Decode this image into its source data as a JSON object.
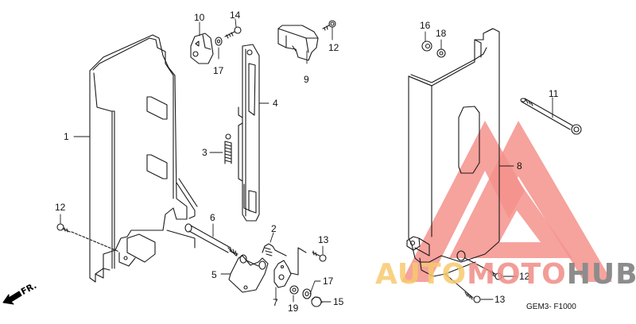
{
  "diagram": {
    "title": "",
    "code": "GEM3- F1000",
    "direction_label": "FR.",
    "parts": [
      {
        "id": "1",
        "label": "1"
      },
      {
        "id": "2",
        "label": "2"
      },
      {
        "id": "3",
        "label": "3"
      },
      {
        "id": "4",
        "label": "4"
      },
      {
        "id": "5",
        "label": "5"
      },
      {
        "id": "6",
        "label": "6"
      },
      {
        "id": "7",
        "label": "7"
      },
      {
        "id": "8",
        "label": "8"
      },
      {
        "id": "9",
        "label": "9"
      },
      {
        "id": "10",
        "label": "10"
      },
      {
        "id": "11",
        "label": "11"
      },
      {
        "id": "12a",
        "label": "12"
      },
      {
        "id": "12b",
        "label": "12"
      },
      {
        "id": "12c",
        "label": "12"
      },
      {
        "id": "13a",
        "label": "13"
      },
      {
        "id": "13b",
        "label": "13"
      },
      {
        "id": "14",
        "label": "14"
      },
      {
        "id": "15",
        "label": "15"
      },
      {
        "id": "16",
        "label": "16"
      },
      {
        "id": "17a",
        "label": "17"
      },
      {
        "id": "17b",
        "label": "17"
      },
      {
        "id": "18",
        "label": "18"
      },
      {
        "id": "19",
        "label": "19"
      }
    ]
  },
  "watermark": {
    "part1": "AUTO",
    "part2": "MOTO",
    "part3": "HUB",
    "colors": {
      "auto": "#f7c96e",
      "moto": "#f08c86",
      "hub": "#8c8c8c",
      "triangle": "#f4928c"
    }
  }
}
